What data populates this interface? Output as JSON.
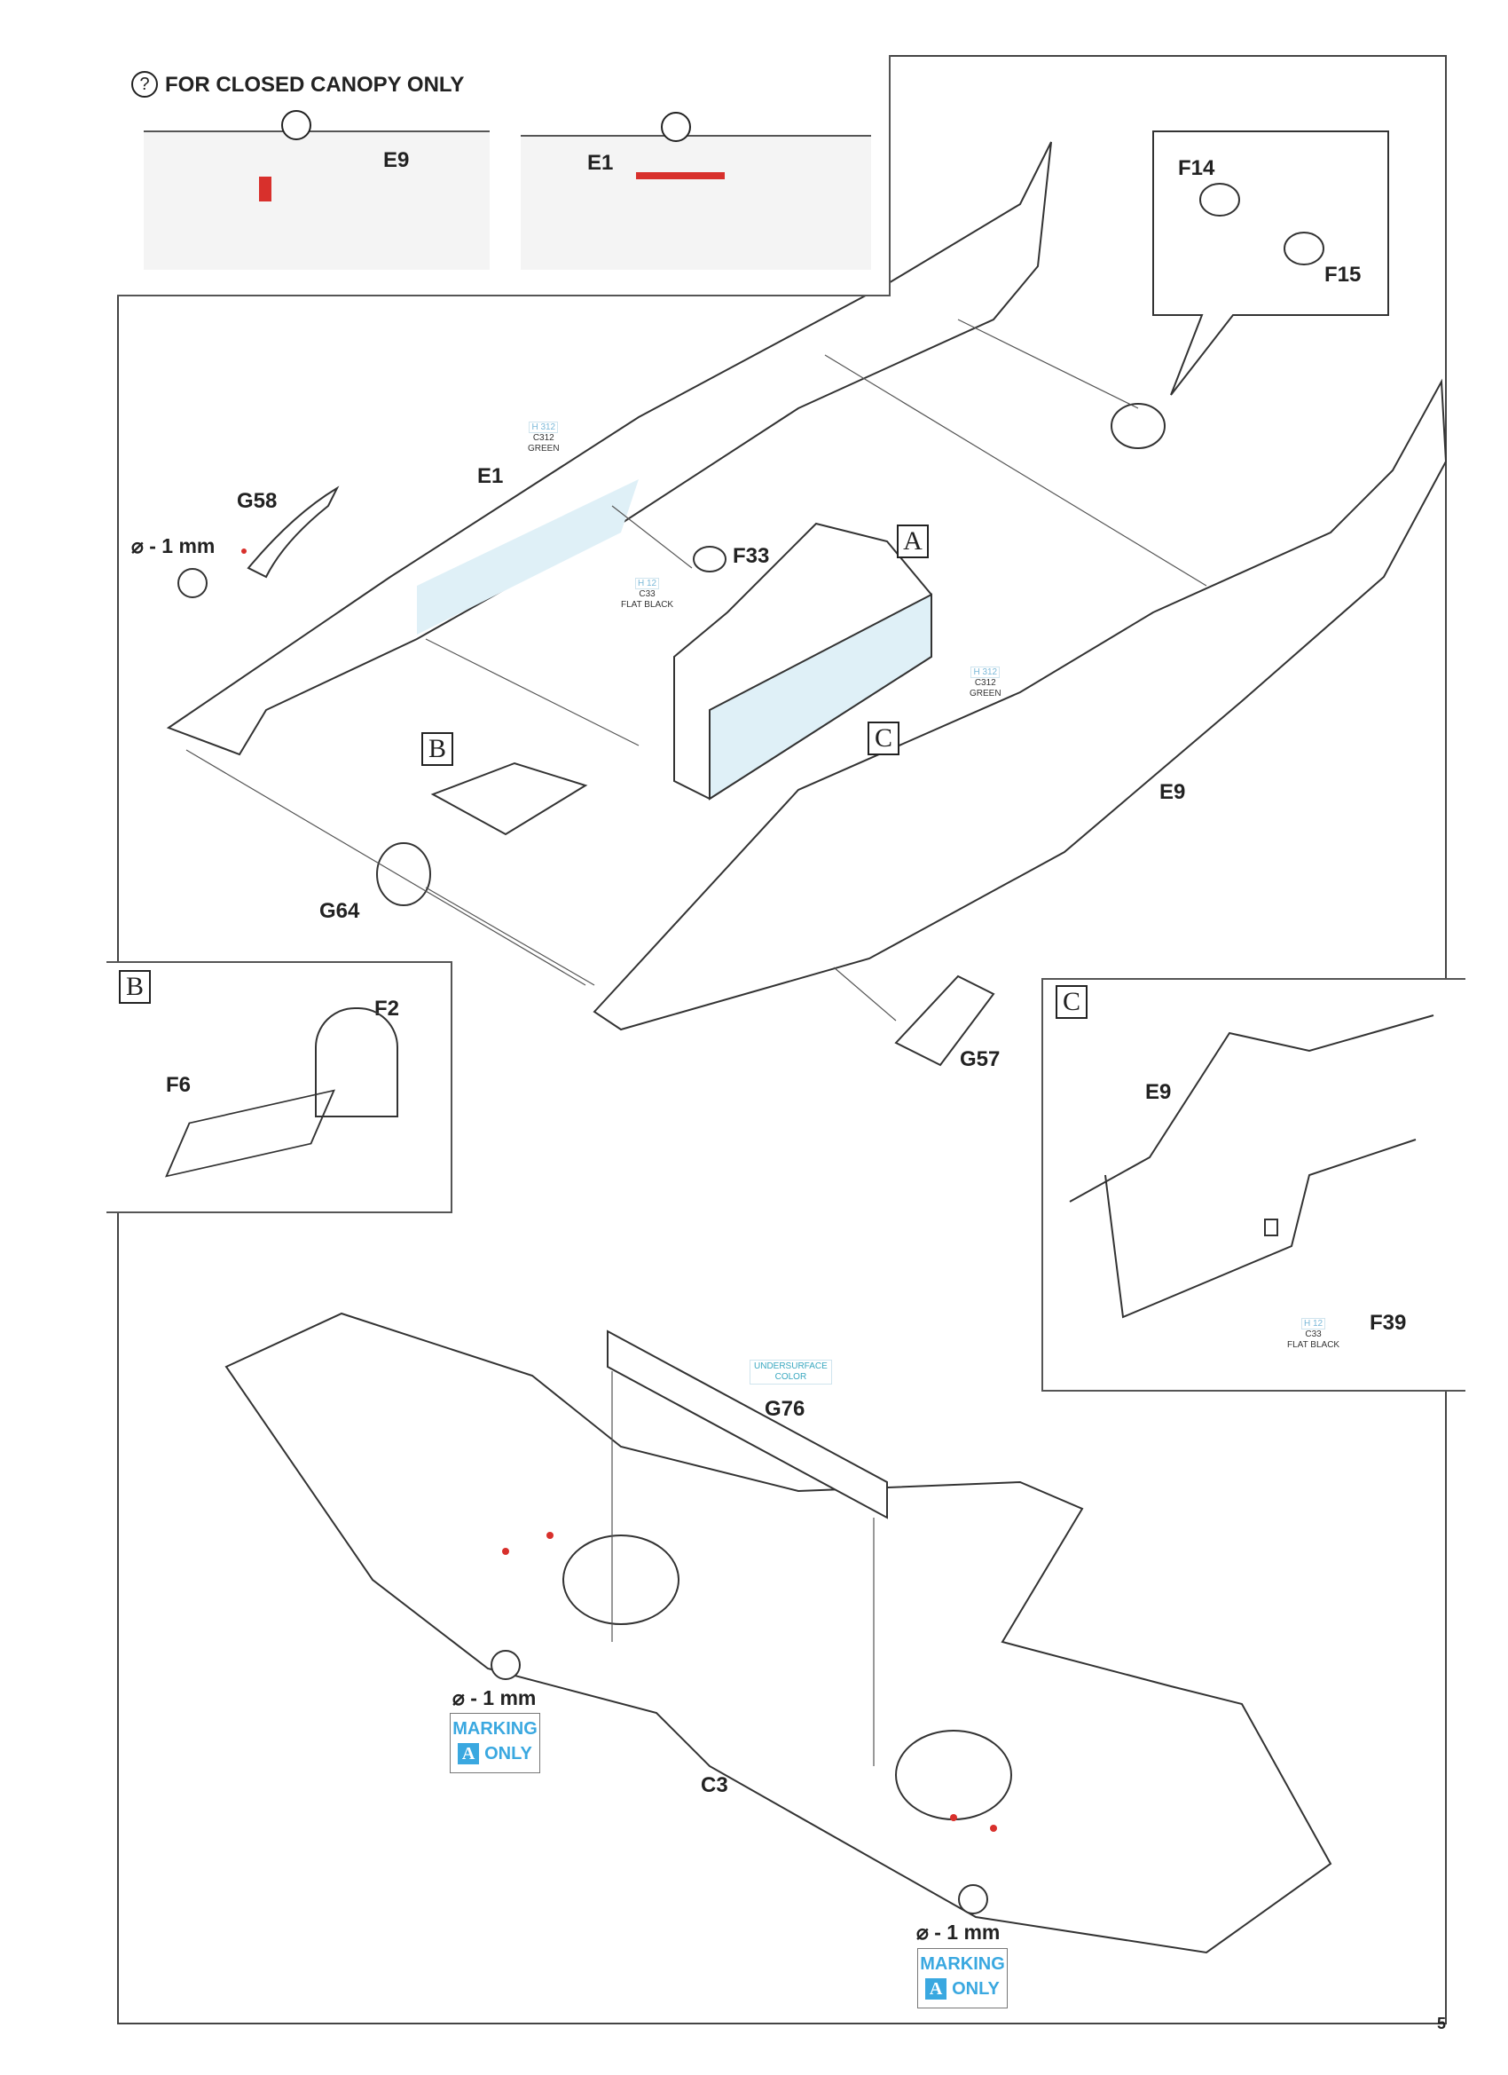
{
  "canopy_panel": {
    "title": "FOR CLOSED CANOPY ONLY",
    "icon": "question-circle-icon",
    "parts": [
      "E9",
      "E1"
    ]
  },
  "main_assembly": {
    "labels": {
      "f14": "F14",
      "f15": "F15",
      "g58": "G58",
      "e1": "E1",
      "f33": "F33",
      "e9": "E9",
      "g64": "G64",
      "g57": "G57"
    },
    "subassembly_refs": {
      "a": "A",
      "b": "B",
      "c": "C"
    },
    "drill": "⌀ - 1 mm",
    "paint_green_1": {
      "h": "H 312",
      "c": "C312",
      "name": "GREEN"
    },
    "paint_green_2": {
      "h": "H 312",
      "c": "C312",
      "name": "GREEN"
    },
    "paint_black": {
      "h": "H 12",
      "c": "C33",
      "name": "FLAT BLACK"
    }
  },
  "panel_b": {
    "ref": "B",
    "parts": {
      "f2": "F2",
      "f6": "F6"
    }
  },
  "panel_c": {
    "ref": "C",
    "parts": {
      "e9": "E9",
      "f39": "F39"
    },
    "paint": {
      "h": "H 12",
      "c": "C33",
      "name": "FLAT BLACK"
    }
  },
  "wing_assembly": {
    "labels": {
      "g76": "G76",
      "c3": "C3"
    },
    "paint": {
      "line1": "UNDERSURFACE",
      "line2": "COLOR"
    },
    "drill_1": "⌀ - 1 mm",
    "drill_2": "⌀ - 1 mm",
    "marking_1": {
      "line1": "MARKING",
      "ref": "A",
      "line2": "ONLY"
    },
    "marking_2": {
      "line1": "MARKING",
      "ref": "A",
      "line2": "ONLY"
    }
  },
  "colors": {
    "accent_red": "#d8302c",
    "paint_blue": "#dff0f7",
    "marking_blue": "#3aa8e0"
  },
  "page_number": "5"
}
